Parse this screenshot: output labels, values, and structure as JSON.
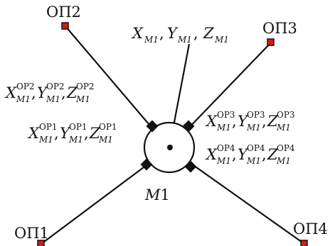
{
  "colors": {
    "line": "#111111",
    "support_marker": "#d81818",
    "node_marker": "#111111",
    "background": "#ffffff"
  },
  "supports": {
    "op1": {
      "label": "ОП1"
    },
    "op2": {
      "label": "ОП2"
    },
    "op3": {
      "label": "ОП3"
    },
    "op4": {
      "label": "ОП4"
    }
  },
  "node": {
    "label_letter": "M",
    "label_index": "1"
  },
  "coordinates_top": {
    "x_letter": "X",
    "y_letter": "Y",
    "z_letter": "Z",
    "subscript": "M1",
    "separator": ","
  },
  "coordinates_op2": {
    "x": "X",
    "y": "Y",
    "z": "Z",
    "sub": "M1",
    "sup": "OP2",
    "sep": ","
  },
  "coordinates_op1": {
    "x": "X",
    "y": "Y",
    "z": "Z",
    "sub": "M1",
    "sup": "OP1",
    "sep": ","
  },
  "coordinates_op3": {
    "x": "X",
    "y": "Y",
    "z": "Z",
    "sub": "M1",
    "sup": "OP3",
    "sep": ","
  },
  "coordinates_op4": {
    "x": "X",
    "y": "Y",
    "z": "Z",
    "sub": "M1",
    "sup": "OP4",
    "sep": ","
  }
}
